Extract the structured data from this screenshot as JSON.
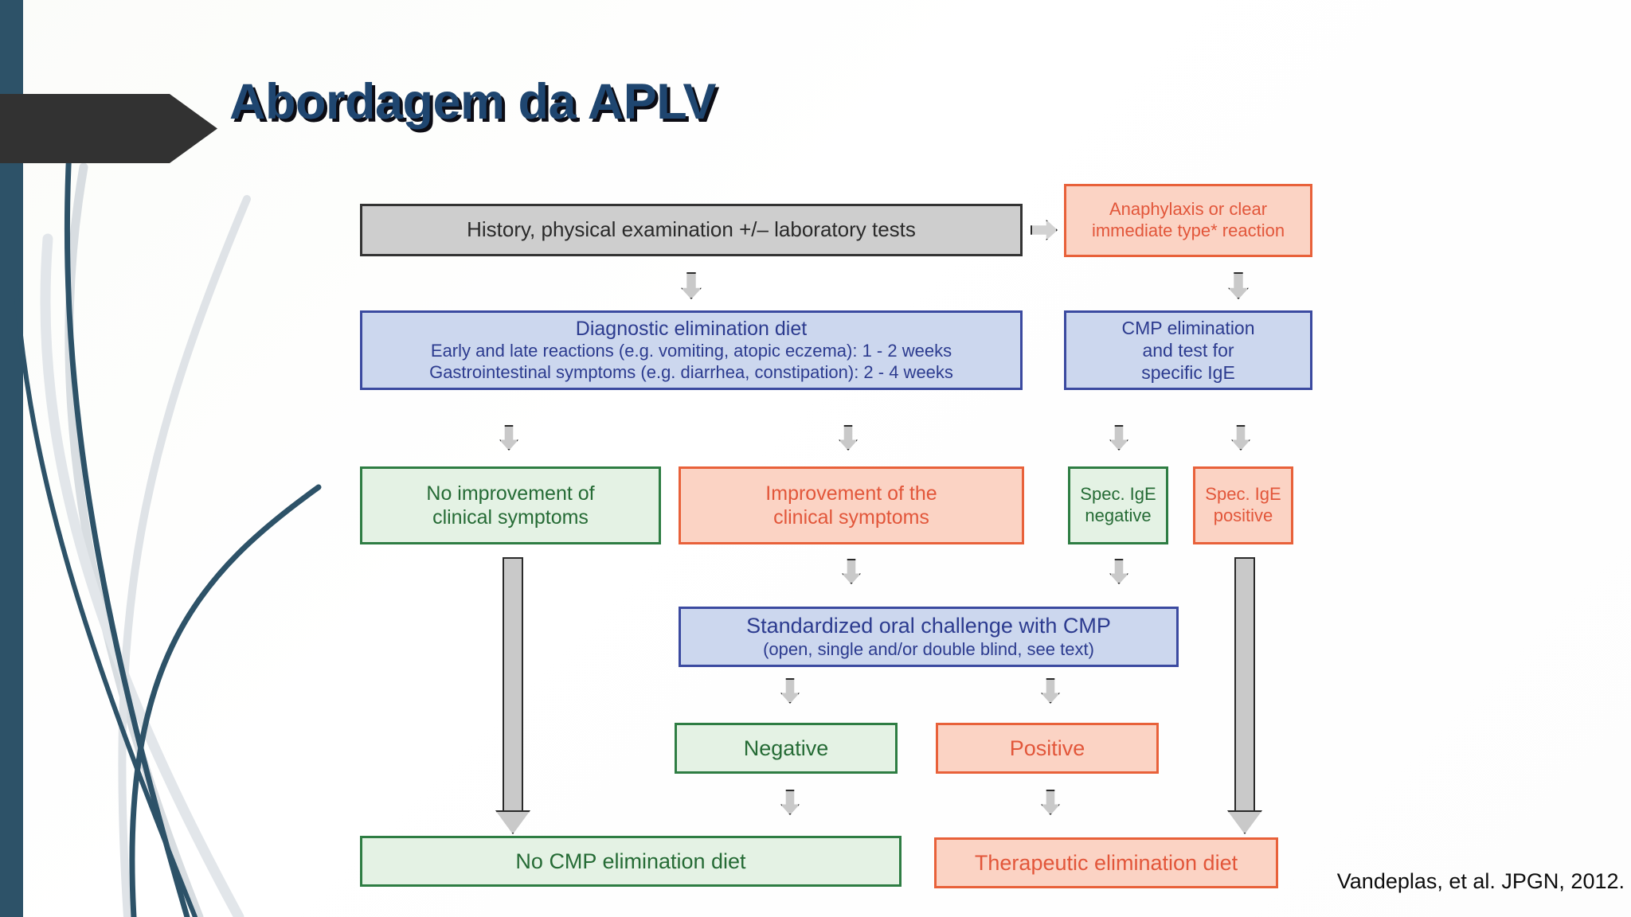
{
  "slide": {
    "title": "Abordagem da APLV",
    "citation": "Vandeplas, et al. JPGN, 2012.",
    "accent_color": "#2d5268",
    "title_color": "#1f4670",
    "banner_color": "#323232"
  },
  "flowchart": {
    "type": "diagram",
    "nodes": {
      "history": {
        "label": "History, physical examination +/– laboratory tests",
        "style": "gray"
      },
      "anaphylaxis": {
        "line1": "Anaphylaxis or clear",
        "line2": "immediate type* reaction",
        "style": "orange"
      },
      "diagnostic_diet": {
        "line1": "Diagnostic elimination diet",
        "line2": "Early and late reactions (e.g. vomiting, atopic eczema): 1 - 2 weeks",
        "line3": "Gastrointestinal symptoms (e.g. diarrhea, constipation): 2 - 4 weeks",
        "style": "blue"
      },
      "cmp_elimination": {
        "line1": "CMP elimination",
        "line2": "and test for",
        "line3": "specific IgE",
        "style": "blue"
      },
      "no_improvement": {
        "line1": "No improvement of",
        "line2": "clinical symptoms",
        "style": "green"
      },
      "improvement": {
        "line1": "Improvement of the",
        "line2": "clinical symptoms",
        "style": "orange"
      },
      "ige_negative": {
        "line1": "Spec. IgE",
        "line2": "negative",
        "style": "green"
      },
      "ige_positive": {
        "line1": "Spec. IgE",
        "line2": "positive",
        "style": "orange"
      },
      "oral_challenge": {
        "line1": "Standardized oral challenge with CMP",
        "line2": "(open, single and/or double blind, see text)",
        "style": "blue"
      },
      "negative": {
        "label": "Negative",
        "style": "green"
      },
      "positive": {
        "label": "Positive",
        "style": "orange"
      },
      "no_cmp_diet": {
        "label": "No CMP elimination diet",
        "style": "green"
      },
      "therapeutic_diet": {
        "label": "Therapeutic elimination diet",
        "style": "orange"
      }
    },
    "colors": {
      "gray_fill": "#cecece",
      "gray_border": "#333333",
      "blue_fill": "#ccd7ee",
      "blue_border": "#3b4aa0",
      "blue_text": "#2c3b8f",
      "green_fill": "#e4f2e4",
      "green_border": "#2e7d43",
      "green_text": "#256b35",
      "orange_fill": "#fbd3c4",
      "orange_border": "#e8613a",
      "orange_text": "#e2563a",
      "arrow_fill": "#c9c9c9",
      "arrow_border": "#2a2a2a"
    }
  }
}
